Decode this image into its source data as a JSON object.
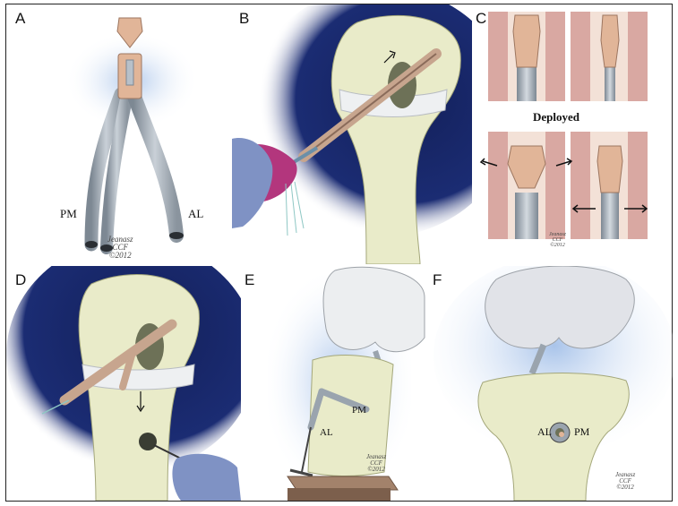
{
  "panels": {
    "A": {
      "letter": "A",
      "left_label": "PM",
      "right_label": "AL",
      "sig": "Jeanasz",
      "sig_org": "CCF",
      "sig_year": "©2012"
    },
    "B": {
      "letter": "B"
    },
    "C": {
      "letter": "C",
      "caption": "Deployed",
      "sig": "Jeanasz",
      "sig_org": "CCF",
      "sig_year": "©2012"
    },
    "D": {
      "letter": "D"
    },
    "E": {
      "letter": "E",
      "pm_label": "PM",
      "al_label": "AL",
      "sig": "Jeanasz",
      "sig_org": "CCF",
      "sig_year": "©2012"
    },
    "F": {
      "letter": "F",
      "al_label": "AL",
      "pm_label": "PM",
      "sig": "Jeanasz",
      "sig_org": "CCF",
      "sig_year": "©2012"
    }
  },
  "colors": {
    "bone": "#e9ebc9",
    "bone_shadow": "#c9cc9a",
    "cartilage": "#eef0f2",
    "navy": "#13205a",
    "glow": "#a9c4ea",
    "tube": "#9aa4ae",
    "anchor": "#e1b598",
    "handle": "#b3367d",
    "tissue": "#d9a8a2",
    "glove": "#7f92c4"
  }
}
